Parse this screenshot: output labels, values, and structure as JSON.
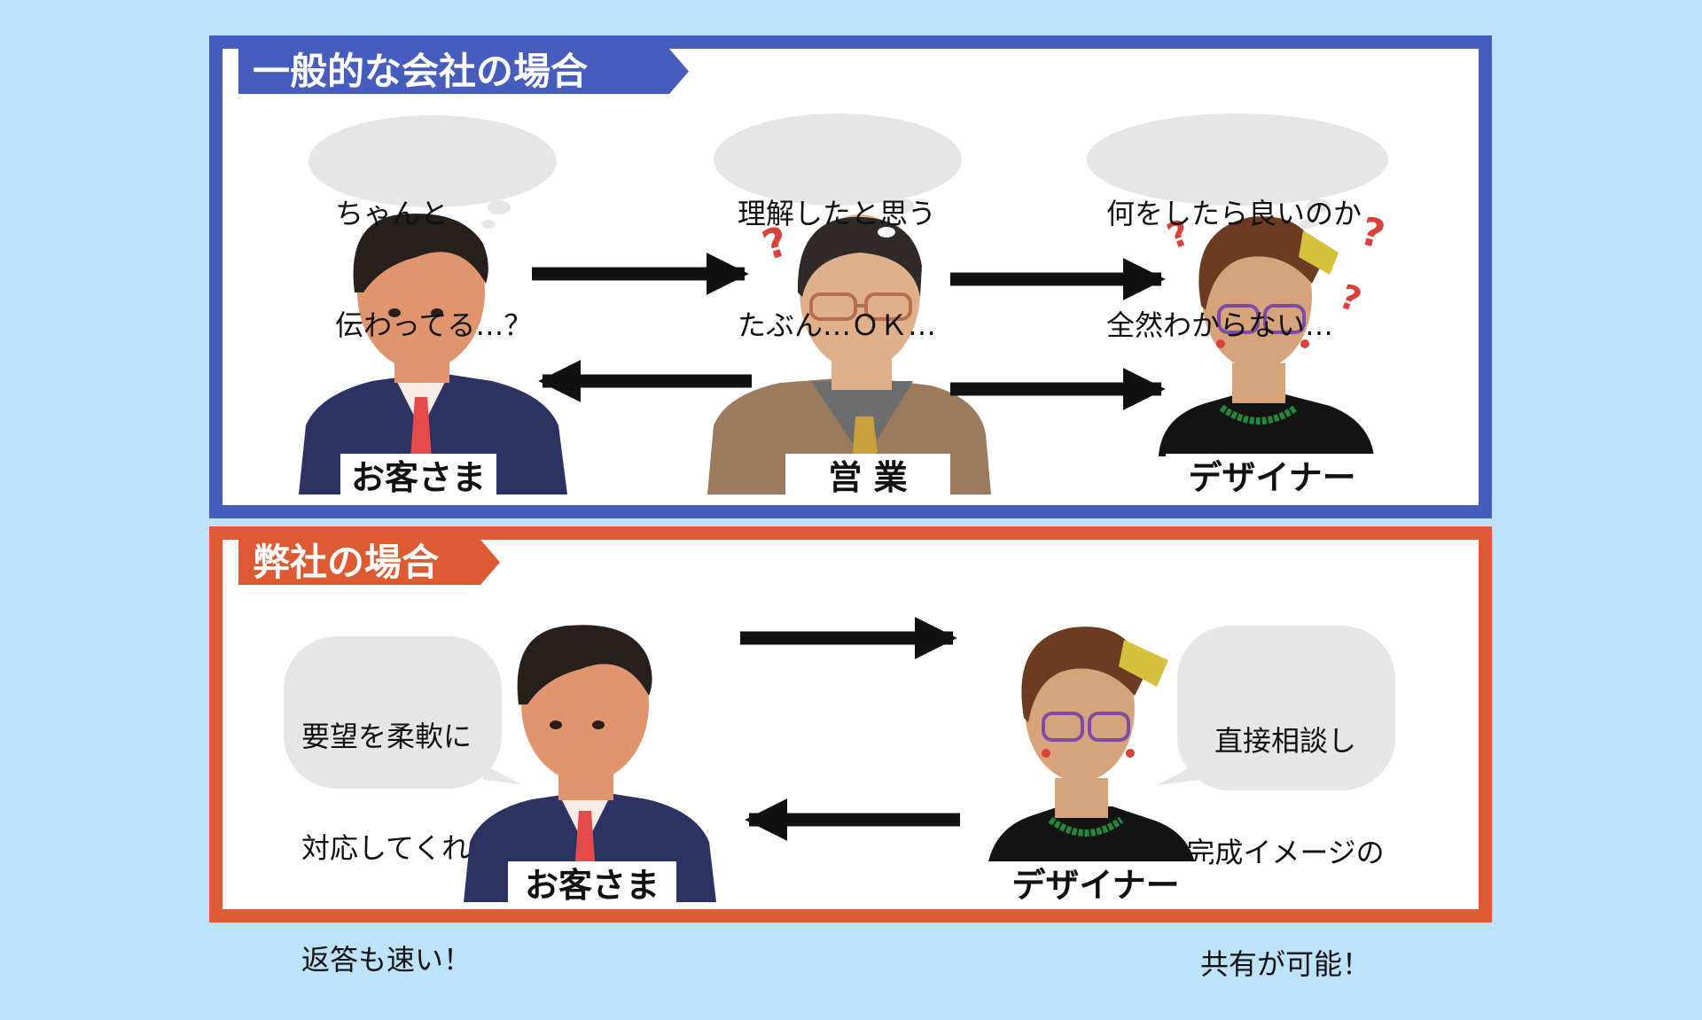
{
  "top_section": {
    "title": "一般的な会社の場合",
    "customer": {
      "label": "お客さま",
      "speech_line1": "ちゃんと",
      "speech_line2": "伝わってる…？"
    },
    "sales": {
      "label": "営 業",
      "speech_line1": "理解したと思う",
      "speech_line2": "たぶん…ＯＫ…"
    },
    "designer": {
      "label": "デザイナー",
      "speech_line1": "何をしたら良いのか",
      "speech_line2": "全然わからない…"
    },
    "question_mark": "?"
  },
  "bottom_section": {
    "title": "弊社の場合",
    "customer": {
      "label": "お客さま",
      "speech_line1": "要望を柔軟に",
      "speech_line2": "対応してくれ",
      "speech_line3": "返答も速い！"
    },
    "designer": {
      "label": "デザイナー",
      "speech_line1": "直接相談し",
      "speech_line2": "完成イメージの",
      "speech_line3": "共有が可能！"
    }
  },
  "colors": {
    "background": "#bde3fb",
    "top_accent": "#465dbd",
    "bottom_accent": "#dd5a33",
    "bubble": "#e6e6e6",
    "question": "#d9413a"
  }
}
